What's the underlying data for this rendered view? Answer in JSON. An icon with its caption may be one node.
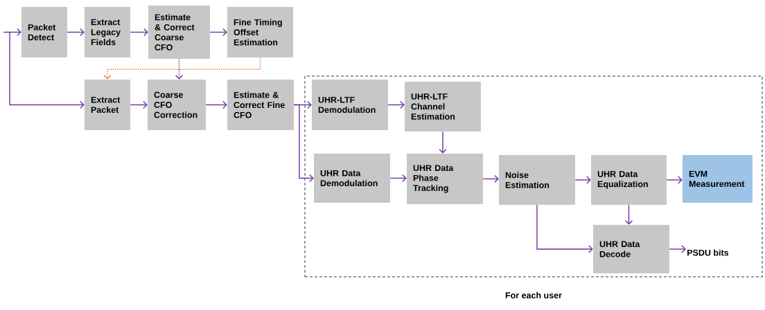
{
  "diagram": {
    "nodes": [
      {
        "text": [
          "Packet Detect"
        ]
      },
      {
        "text": [
          "Extract Legacy Fields"
        ]
      },
      {
        "text": [
          "Estimate & Correct Coarse CFO"
        ]
      },
      {
        "text": [
          "Fine Timing Offset Estimation"
        ]
      },
      {
        "text": [
          "Extract Packet"
        ]
      },
      {
        "text": [
          "Coarse CFO Correction"
        ]
      },
      {
        "text": [
          "Estimate & Correct Fine CFO"
        ]
      },
      {
        "text": [
          "For each user"
        ]
      },
      {
        "text": [
          "UHR-LTF Demodulation"
        ],
        "in": 7
      },
      {
        "text": [
          "UHR-LTF Channel Estimation"
        ],
        "in": 7
      },
      {
        "text": [
          "UHR Data Demodulation"
        ],
        "in": 7
      },
      {
        "text": [
          "UHR Data Phase Tracking"
        ],
        "in": 7
      },
      {
        "text": [
          "Noise Estimation"
        ],
        "in": 7
      },
      {
        "text": [
          "UHR Data Equalization"
        ],
        "in": 7
      },
      {
        "text": [
          "EVM Measurement"
        ],
        "in": 7
      },
      {
        "text": [
          "UHR Data Decode"
        ],
        "in": 7
      },
      {
        "text": [
          "PSDU bits"
        ],
        "in": 7
      }
    ],
    "edges": [
      {
        "from": null,
        "to": 0,
        "arrow": "to"
      },
      {
        "from": null,
        "to": 4,
        "arrow": "to"
      },
      {
        "from": 0,
        "to": 1,
        "arrow": "to"
      },
      {
        "from": 1,
        "to": 2,
        "arrow": "to"
      },
      {
        "from": 2,
        "to": 3,
        "arrow": "to"
      },
      {
        "from": 3,
        "to": 4,
        "arrow": "to",
        "style": "dashed",
        "color": "#ed7d31"
      },
      {
        "from": 2,
        "to": 5,
        "arrow": "to",
        "style": "dashed"
      },
      {
        "from": 4,
        "to": 5,
        "arrow": "to"
      },
      {
        "from": 5,
        "to": 6,
        "arrow": "to"
      },
      {
        "from": 6,
        "to": 8,
        "arrow": "to"
      },
      {
        "from": 6,
        "to": 10,
        "arrow": "to"
      },
      {
        "from": 8,
        "to": 9,
        "arrow": "to"
      },
      {
        "from": 9,
        "to": 11,
        "arrow": "to"
      },
      {
        "from": 10,
        "to": 11,
        "arrow": "to"
      },
      {
        "from": 11,
        "to": 12,
        "arrow": "to"
      },
      {
        "from": 12,
        "to": 13,
        "arrow": "to"
      },
      {
        "from": 13,
        "to": 14,
        "arrow": "to"
      },
      {
        "from": 13,
        "to": 15,
        "arrow": "to"
      },
      {
        "from": 12,
        "to": 15,
        "arrow": "to"
      },
      {
        "from": 15,
        "to": 16,
        "arrow": "to"
      }
    ]
  }
}
